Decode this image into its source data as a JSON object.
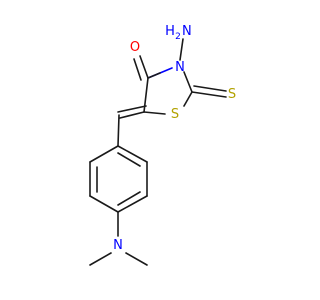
{
  "molecule": {
    "atoms": {
      "amino_h": "H",
      "amino_n": "N",
      "amino_h2": "2",
      "ring_n": "N",
      "carbonyl_o": "O",
      "ring_s": "S",
      "thione_s": "S",
      "dimethyl_n": "N"
    },
    "colors": {
      "bond": "#1a1a1a",
      "nitrogen": "#0000ff",
      "oxygen": "#ff0000",
      "sulfur": "#b2a200",
      "carbon": "#1a1a1a"
    }
  }
}
